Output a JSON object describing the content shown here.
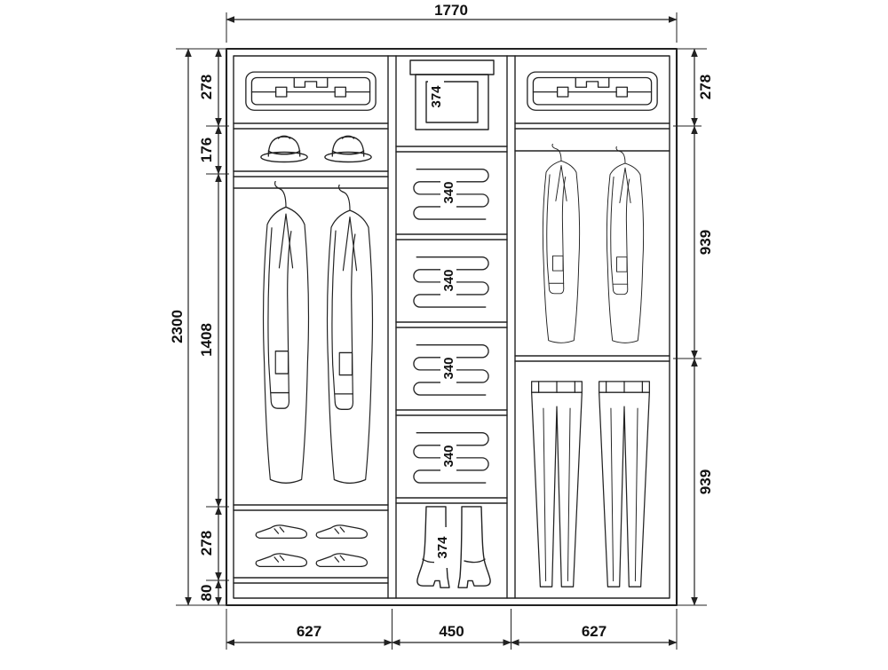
{
  "meta": {
    "diagram_type": "wardrobe-interior-dimension-drawing",
    "background_color": "#ffffff",
    "line_color": "#222222",
    "units_implied": "mm"
  },
  "dims": {
    "total_width": "1770",
    "total_height": "2300",
    "left_chain": [
      "278",
      "176",
      "1408",
      "278",
      "80"
    ],
    "right_chain": [
      "278",
      "939",
      "939"
    ],
    "bottom": [
      "627",
      "450",
      "627"
    ],
    "middle": {
      "top_box": "374",
      "shelves": [
        "340",
        "340",
        "340",
        "340"
      ],
      "boots": "374"
    }
  },
  "icons": [
    "suitcase-icon",
    "hat-icon",
    "jacket-icon",
    "folded-linen-icon",
    "shoe-icon",
    "boot-icon",
    "trousers-icon",
    "storage-box-icon"
  ]
}
